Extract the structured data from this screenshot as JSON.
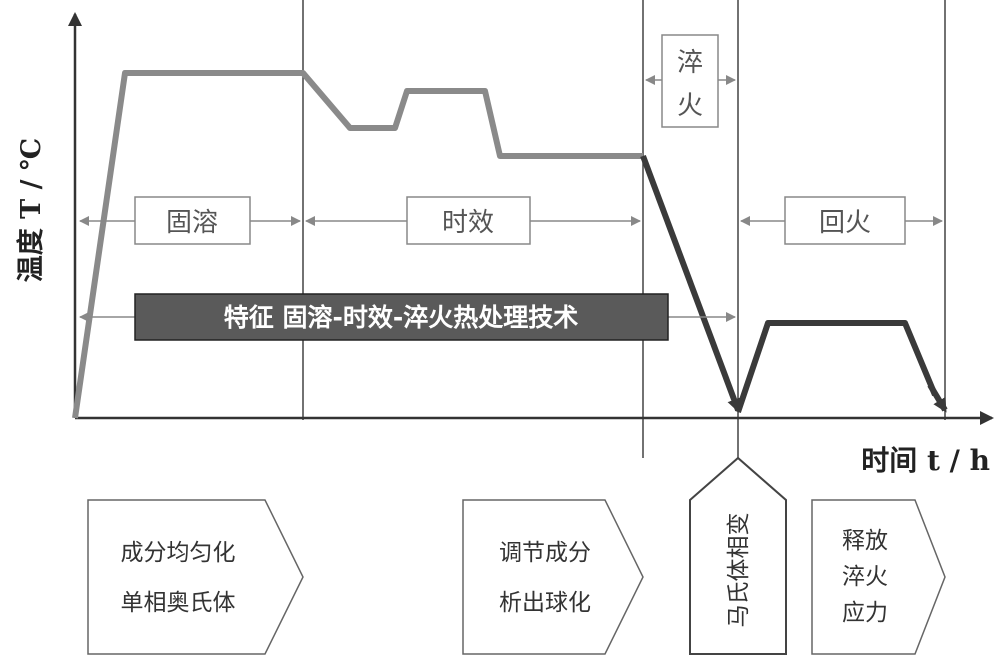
{
  "axis": {
    "y_label": "温度 T / ℃",
    "x_label": "时间 t / h"
  },
  "stages": {
    "solution": "固溶",
    "aging": "时效",
    "quench": [
      "淬",
      "火"
    ],
    "temper": "回火"
  },
  "banner": "特征 固溶-时效-淬火热处理技术",
  "boxes": {
    "solution_effects": [
      "成分均匀化",
      "单相奥氏体"
    ],
    "aging_effects": [
      "调节成分",
      "析出球化"
    ],
    "quench_effect": "马氏体相变",
    "temper_effects": [
      "释放",
      "淬火",
      "应力"
    ]
  },
  "colors": {
    "light_curve": "#8a8a8a",
    "dark_curve": "#3a3a3a",
    "banner_bg": "#5a5a5a",
    "arrow": "#888888"
  }
}
